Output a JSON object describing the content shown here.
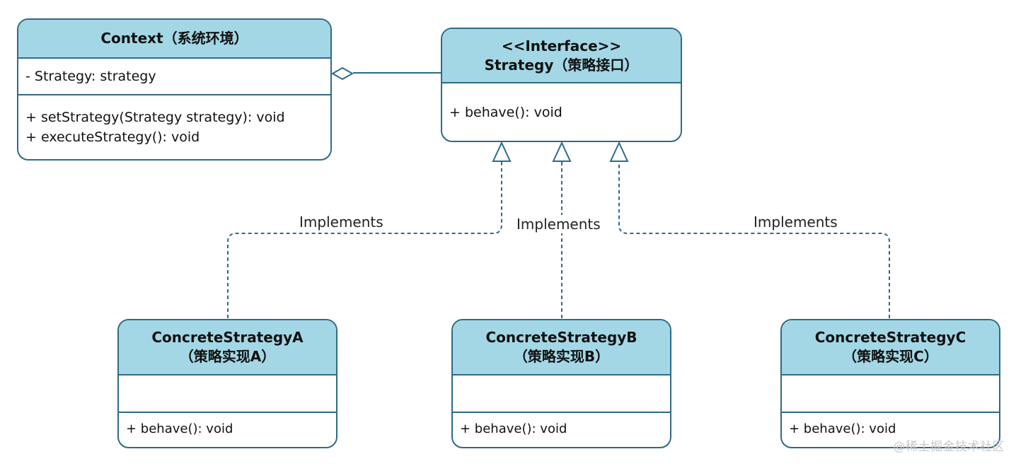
{
  "context": {
    "title": "Context（系统环境）",
    "attributes": [
      "- Strategy: strategy"
    ],
    "operations": [
      "+ setStrategy(Strategy strategy): void",
      "+ executeStrategy(): void"
    ]
  },
  "strategy": {
    "stereotype": "<<Interface>>",
    "title": "Strategy（策略接口）",
    "operations": [
      "+ behave(): void"
    ]
  },
  "concrete": [
    {
      "title_line1": "ConcreteStrategyA",
      "title_line2": "（策略实现A）",
      "operation": "+ behave(): void"
    },
    {
      "title_line1": "ConcreteStrategyB",
      "title_line2": "（策略实现B）",
      "operation": "+ behave(): void"
    },
    {
      "title_line1": "ConcreteStrategyC",
      "title_line2": "（策略实现C）",
      "operation": "+ behave(): void"
    }
  ],
  "relations": {
    "implements_label_a": "Implements",
    "implements_label_b": "Implements",
    "implements_label_c": "Implements"
  },
  "colors": {
    "header_fill": "#a3d7e6",
    "border": "#2f6a86",
    "connector": "#2f6a86"
  },
  "watermark": "@稀土掘金技术社区"
}
